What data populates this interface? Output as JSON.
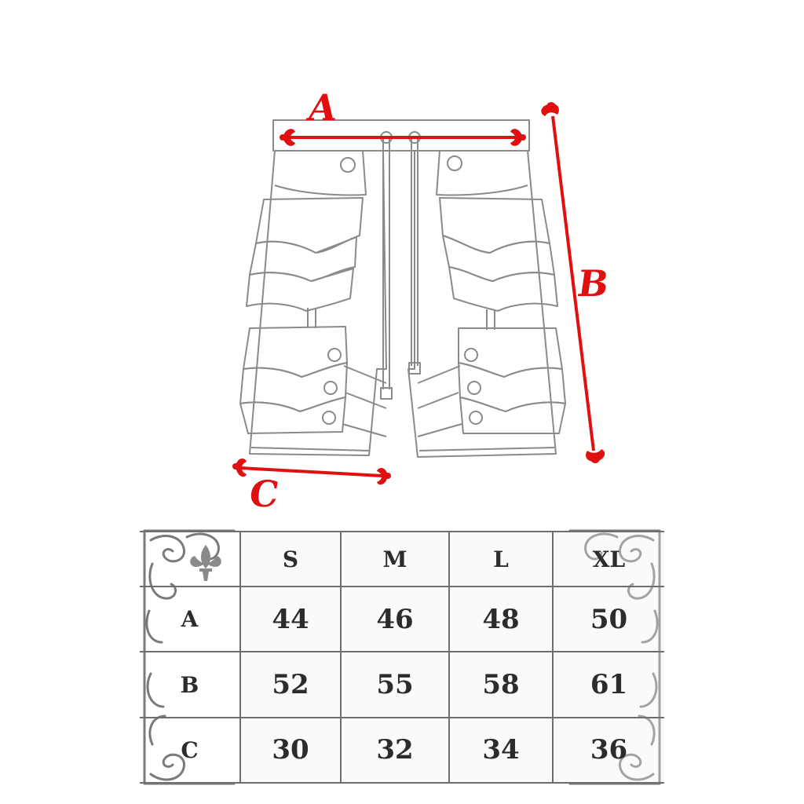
{
  "diagram": {
    "labels": {
      "a": "A",
      "b": "B",
      "c": "C"
    },
    "colors": {
      "measure": "#e01010",
      "outline": "#8a8a8a",
      "table_border": "#6e6e6e",
      "text": "#2c2c2c"
    }
  },
  "size_table": {
    "sizes": [
      "S",
      "M",
      "L",
      "XL"
    ],
    "rows": [
      {
        "label": "A",
        "values": [
          "44",
          "46",
          "48",
          "50"
        ]
      },
      {
        "label": "B",
        "values": [
          "52",
          "55",
          "58",
          "61"
        ]
      },
      {
        "label": "C",
        "values": [
          "30",
          "32",
          "34",
          "36"
        ]
      }
    ]
  }
}
